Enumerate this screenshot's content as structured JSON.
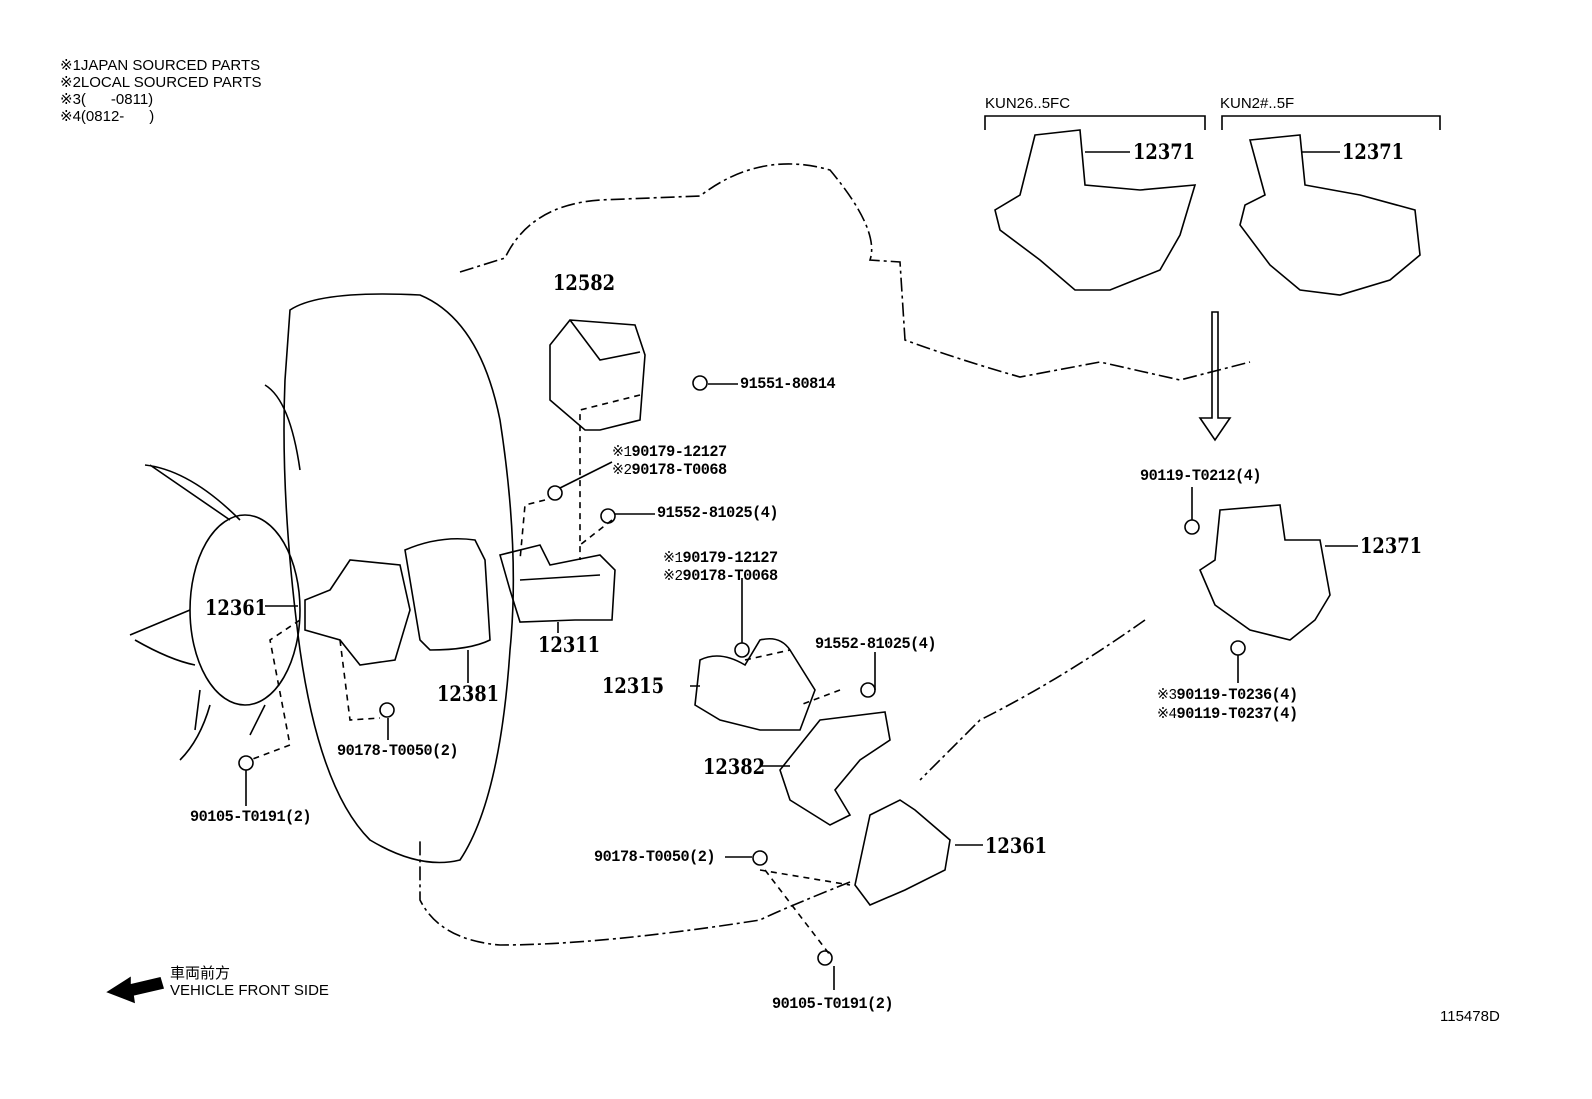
{
  "notes": [
    {
      "mark": "※1",
      "text": "JAPAN SOURCED PARTS"
    },
    {
      "mark": "※2",
      "text": "LOCAL SOURCED PARTS"
    },
    {
      "mark": "※3",
      "text": "(      -0811)"
    },
    {
      "mark": "※4",
      "text": "(0812-      )"
    }
  ],
  "variants": {
    "left_model": "KUN26..5FC",
    "right_model": "KUN2#..5F"
  },
  "refs": {
    "r12371_a": "12371",
    "r12371_b": "12371",
    "r12371_c": "12371",
    "r12582": "12582",
    "r12361_a": "12361",
    "r12361_b": "12361",
    "r12311": "12311",
    "r12315": "12315",
    "r12381": "12381",
    "r12382": "12382"
  },
  "parts": {
    "p91551": "91551-80814",
    "nut_a_1": {
      "mark": "※1",
      "num": "90179-12127"
    },
    "nut_a_2": {
      "mark": "※2",
      "num": "90178-T0068"
    },
    "p91552_a": "91552-81025(4)",
    "nut_b_1": {
      "mark": "※1",
      "num": "90179-12127"
    },
    "nut_b_2": {
      "mark": "※2",
      "num": "90178-T0068"
    },
    "p91552_b": "91552-81025(4)",
    "p90178_a": "90178-T0050(2)",
    "p90105_a": "90105-T0191(2)",
    "p90178_b": "90178-T0050(2)",
    "p90105_b": "90105-T0191(2)",
    "p90119_top": "90119-T0212(4)",
    "p90119_3": {
      "mark": "※3",
      "num": "90119-T0236(4)"
    },
    "p90119_4": {
      "mark": "※4",
      "num": "90119-T0237(4)"
    }
  },
  "direction": {
    "jp": "車両前方",
    "en": "VEHICLE FRONT SIDE"
  },
  "diagram_id": "115478D"
}
